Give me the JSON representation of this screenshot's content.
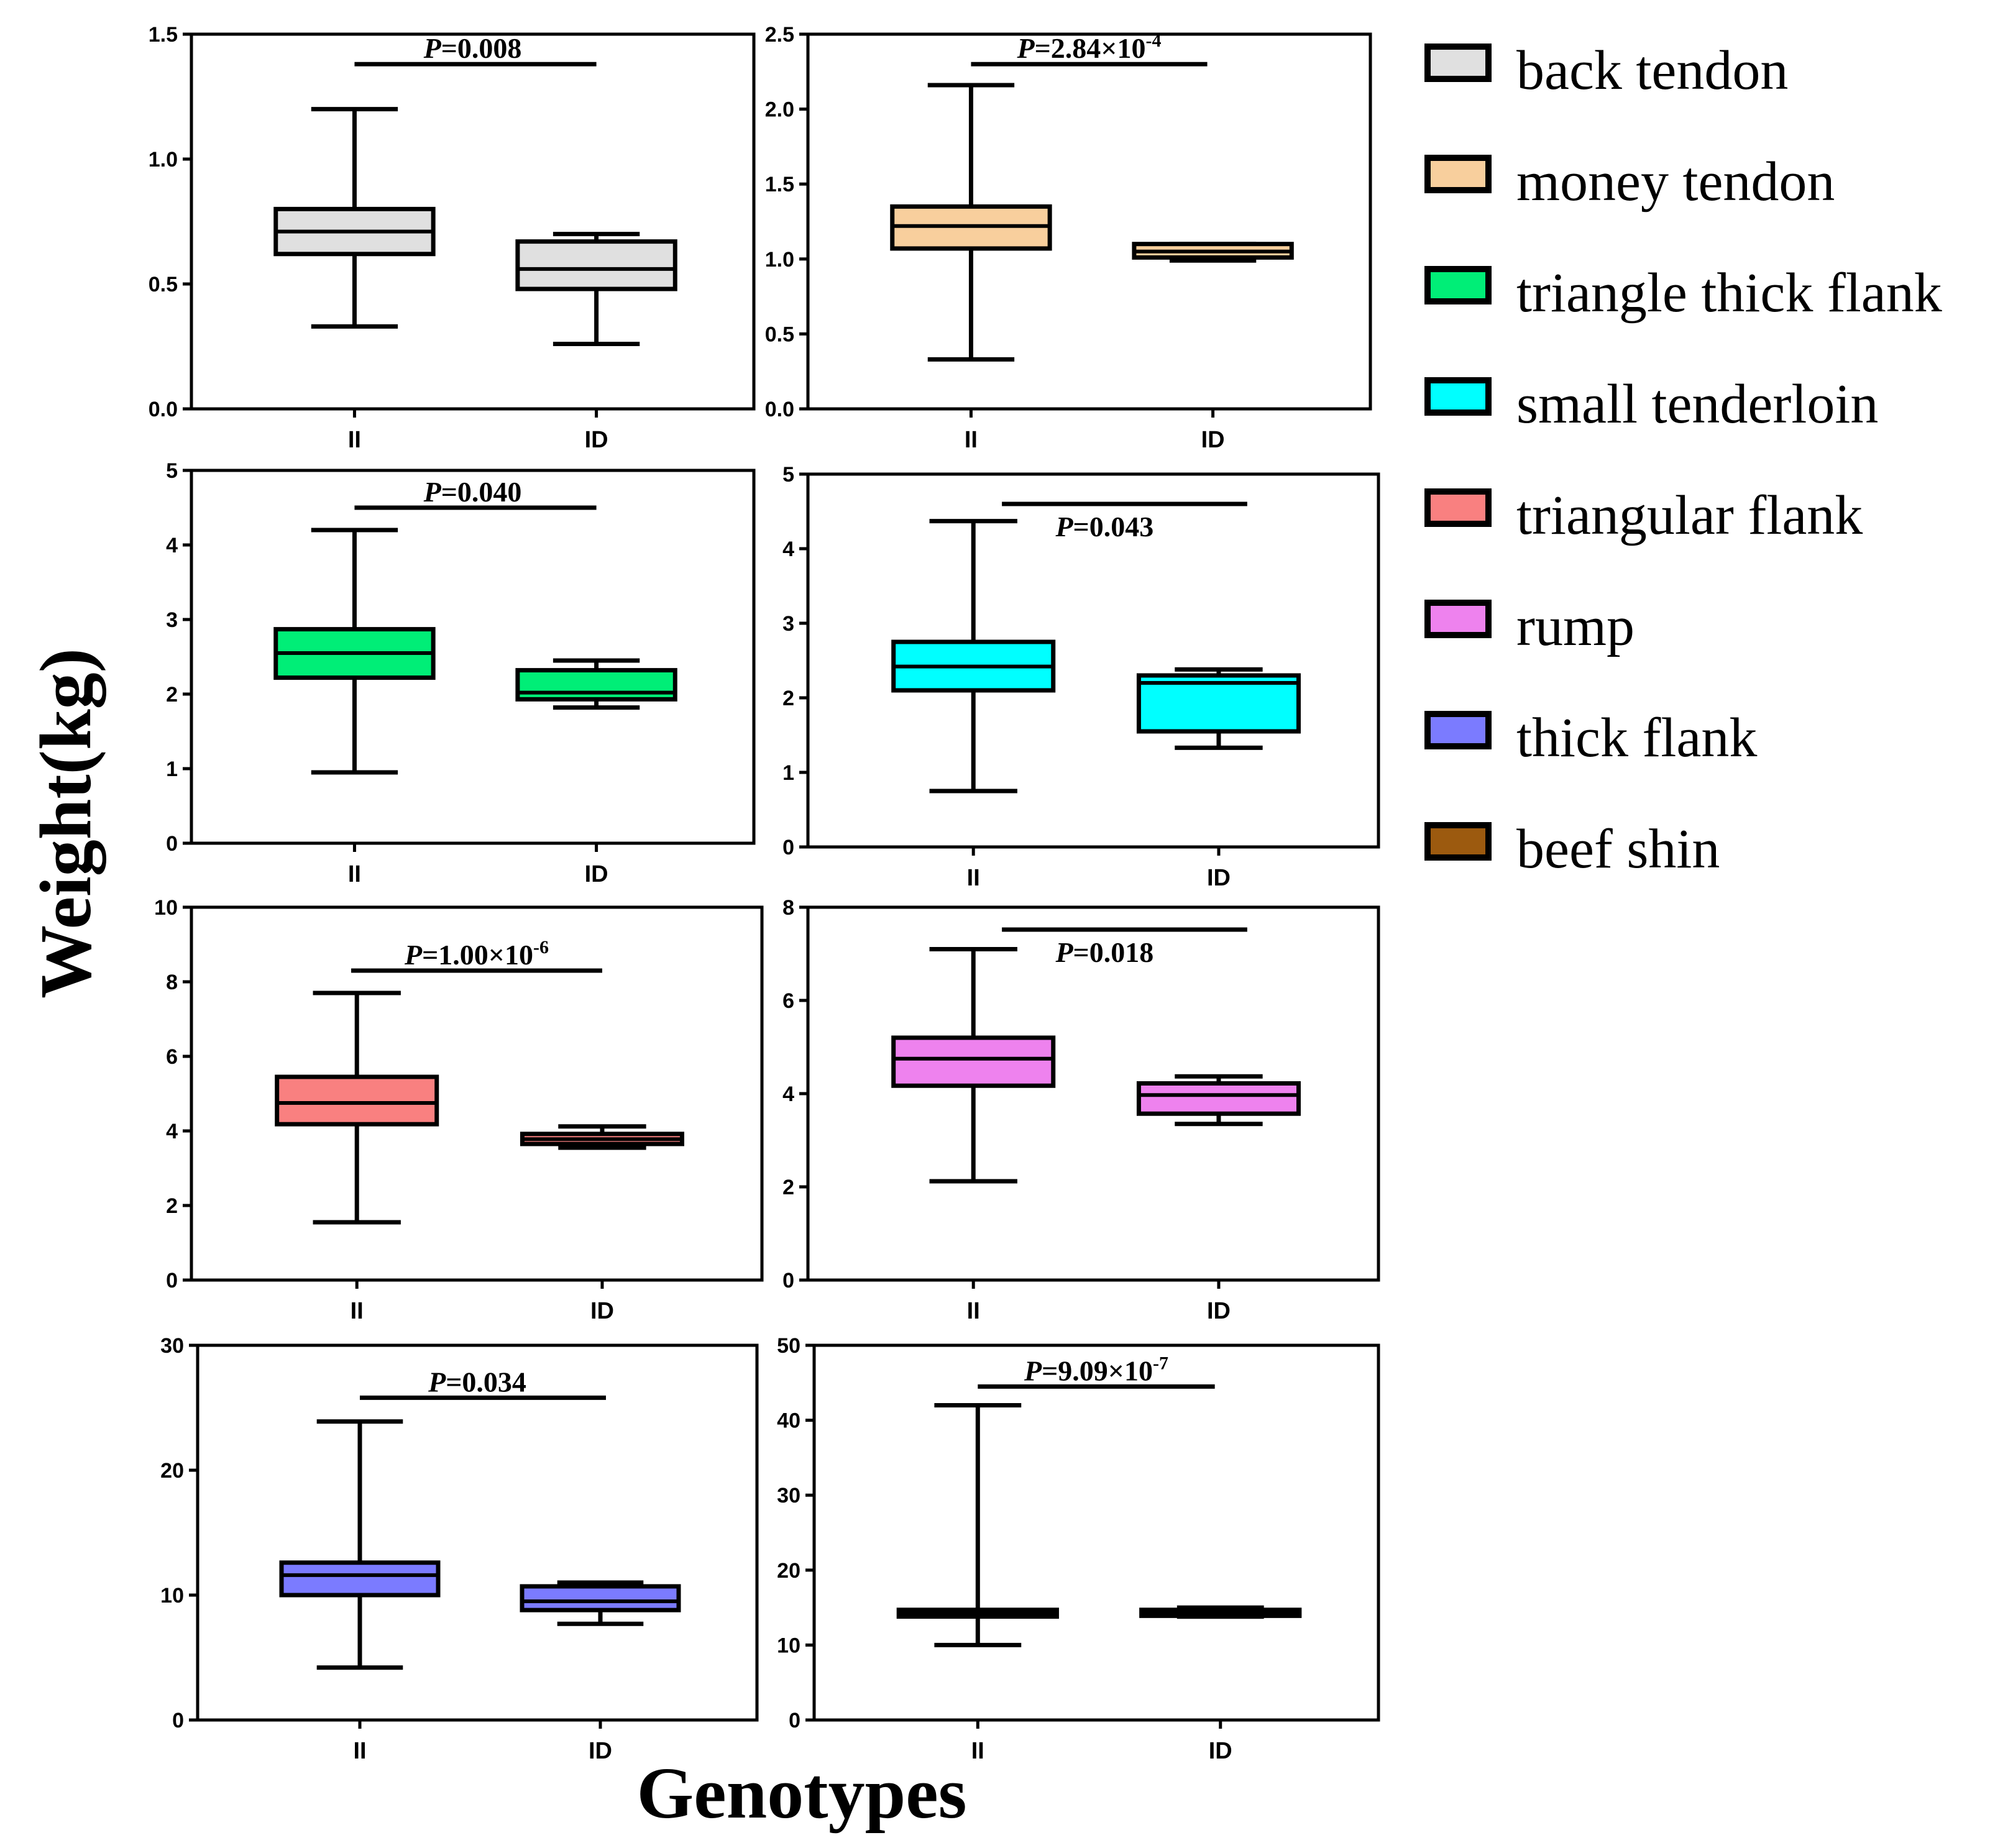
{
  "ylabel": "Weight(kg)",
  "xlabel": "Genotypes",
  "legend": [
    {
      "label": "back tendon",
      "color": "#e0e0e0"
    },
    {
      "label": "money tendon",
      "color": "#f8cf9d"
    },
    {
      "label": "triangle thick flank",
      "color": "#00ee77"
    },
    {
      "label": "small tenderloin",
      "color": "#00ffff"
    },
    {
      "label": "triangular flank",
      "color": "#f98080"
    },
    {
      "label": "rump",
      "color": "#ee82ee"
    },
    {
      "label": "thick flank",
      "color": "#7b7bff"
    },
    {
      "label": "beef shin",
      "color": "#9c5a0f"
    }
  ],
  "chart_data": [
    {
      "type": "box",
      "series": "back tendon",
      "color": "#e0e0e0",
      "categories": [
        "II",
        "ID"
      ],
      "ylim": [
        0,
        1.5
      ],
      "ticks": [
        "0.0",
        "0.5",
        "1.0",
        "1.5"
      ],
      "pvalue": {
        "prefix": "P",
        "text": "=0.008",
        "sup": ""
      },
      "boxes": [
        {
          "min": 0.33,
          "q1": 0.62,
          "median": 0.71,
          "q3": 0.8,
          "max": 1.2
        },
        {
          "min": 0.26,
          "q1": 0.48,
          "median": 0.56,
          "q3": 0.67,
          "max": 0.7
        }
      ]
    },
    {
      "type": "box",
      "series": "money tendon",
      "color": "#f8cf9d",
      "categories": [
        "II",
        "ID"
      ],
      "ylim": [
        0,
        2.5
      ],
      "ticks": [
        "0.0",
        "0.5",
        "1.0",
        "1.5",
        "2.0",
        "2.5"
      ],
      "pvalue": {
        "prefix": "P",
        "text": "=2.84×10",
        "sup": "-4"
      },
      "boxes": [
        {
          "min": 0.33,
          "q1": 1.07,
          "median": 1.22,
          "q3": 1.35,
          "max": 2.16
        },
        {
          "min": 0.99,
          "q1": 1.01,
          "median": 1.05,
          "q3": 1.1,
          "max": 1.1
        }
      ]
    },
    {
      "type": "box",
      "series": "triangle thick flank",
      "color": "#00ee77",
      "categories": [
        "II",
        "ID"
      ],
      "ylim": [
        0,
        5
      ],
      "ticks": [
        "0",
        "1",
        "2",
        "3",
        "4",
        "5"
      ],
      "pvalue": {
        "prefix": "P",
        "text": "=0.040",
        "sup": ""
      },
      "boxes": [
        {
          "min": 0.95,
          "q1": 2.22,
          "median": 2.55,
          "q3": 2.87,
          "max": 4.2
        },
        {
          "min": 1.82,
          "q1": 1.93,
          "median": 2.02,
          "q3": 2.32,
          "max": 2.45
        }
      ]
    },
    {
      "type": "box",
      "series": "small tenderloin",
      "color": "#00ffff",
      "categories": [
        "II",
        "ID"
      ],
      "ylim": [
        0,
        5
      ],
      "ticks": [
        "0",
        "1",
        "2",
        "3",
        "4",
        "5"
      ],
      "pvalue": {
        "prefix": "P",
        "text": "=0.043",
        "sup": ""
      },
      "boxes": [
        {
          "min": 0.75,
          "q1": 2.1,
          "median": 2.42,
          "q3": 2.75,
          "max": 4.37
        },
        {
          "min": 1.33,
          "q1": 1.55,
          "median": 2.2,
          "q3": 2.3,
          "max": 2.38
        }
      ]
    },
    {
      "type": "box",
      "series": "triangular flank",
      "color": "#f98080",
      "categories": [
        "II",
        "ID"
      ],
      "ylim": [
        0,
        10
      ],
      "ticks": [
        "0",
        "2",
        "4",
        "6",
        "8",
        "10"
      ],
      "pvalue": {
        "prefix": "P",
        "text": "=1.00×10",
        "sup": "-6"
      },
      "boxes": [
        {
          "min": 1.55,
          "q1": 4.18,
          "median": 4.75,
          "q3": 5.45,
          "max": 7.7
        },
        {
          "min": 3.55,
          "q1": 3.65,
          "median": 3.78,
          "q3": 3.92,
          "max": 4.12
        }
      ]
    },
    {
      "type": "box",
      "series": "rump",
      "color": "#ee82ee",
      "categories": [
        "II",
        "ID"
      ],
      "ylim": [
        0,
        8
      ],
      "ticks": [
        "0",
        "2",
        "4",
        "6",
        "8"
      ],
      "pvalue": {
        "prefix": "P",
        "text": "=0.018",
        "sup": ""
      },
      "boxes": [
        {
          "min": 2.12,
          "q1": 4.17,
          "median": 4.75,
          "q3": 5.2,
          "max": 7.1
        },
        {
          "min": 3.35,
          "q1": 3.57,
          "median": 3.97,
          "q3": 4.22,
          "max": 4.37
        }
      ]
    },
    {
      "type": "box",
      "series": "thick flank",
      "color": "#7b7bff",
      "categories": [
        "II",
        "ID"
      ],
      "ylim": [
        0,
        30
      ],
      "ticks": [
        "0",
        "10",
        "20",
        "30"
      ],
      "pvalue": {
        "prefix": "P",
        "text": "=0.034",
        "sup": ""
      },
      "boxes": [
        {
          "min": 4.2,
          "q1": 10.0,
          "median": 11.6,
          "q3": 12.6,
          "max": 23.9
        },
        {
          "min": 7.7,
          "q1": 8.8,
          "median": 9.5,
          "q3": 10.7,
          "max": 11.0
        }
      ]
    },
    {
      "type": "box",
      "series": "beef shin",
      "color": "#9c5a0f",
      "categories": [
        "II",
        "ID"
      ],
      "ylim": [
        0,
        50
      ],
      "ticks": [
        "0",
        "10",
        "20",
        "30",
        "40",
        "50"
      ],
      "pvalue": {
        "prefix": "P",
        "text": "=9.09×10",
        "sup": "-7"
      },
      "boxes": [
        {
          "min": 10.0,
          "q1": 13.8,
          "median": 14.2,
          "q3": 14.7,
          "max": 42.0
        },
        {
          "min": 13.8,
          "q1": 13.9,
          "median": 14.3,
          "q3": 14.7,
          "max": 15.0
        }
      ]
    }
  ]
}
